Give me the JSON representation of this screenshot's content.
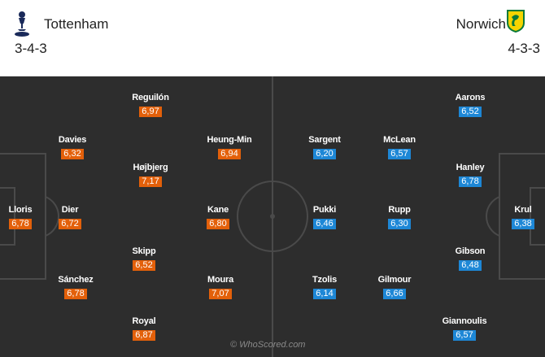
{
  "home": {
    "name": "Tottenham",
    "formation": "3-4-3",
    "color": "#e3600a",
    "crest_icon": "tottenham-crest-icon",
    "players": [
      {
        "name": "Reguilón",
        "rating": "6,97"
      },
      {
        "name": "Davies",
        "rating": "6,32"
      },
      {
        "name": "Heung-Min",
        "rating": "6,94"
      },
      {
        "name": "Højbjerg",
        "rating": "7,17"
      },
      {
        "name": "Lloris",
        "rating": "6,78"
      },
      {
        "name": "Dier",
        "rating": "6,72"
      },
      {
        "name": "Kane",
        "rating": "6,80"
      },
      {
        "name": "Skipp",
        "rating": "6,52"
      },
      {
        "name": "Sánchez",
        "rating": "6,78"
      },
      {
        "name": "Moura",
        "rating": "7,07"
      },
      {
        "name": "Royal",
        "rating": "6,87"
      }
    ]
  },
  "away": {
    "name": "Norwich",
    "formation": "4-3-3",
    "color": "#1d87d6",
    "crest_icon": "norwich-crest-icon",
    "players": [
      {
        "name": "Aarons",
        "rating": "6,52"
      },
      {
        "name": "Sargent",
        "rating": "6,20"
      },
      {
        "name": "McLean",
        "rating": "6,57"
      },
      {
        "name": "Hanley",
        "rating": "6,78"
      },
      {
        "name": "Pukki",
        "rating": "6,46"
      },
      {
        "name": "Rupp",
        "rating": "6,30"
      },
      {
        "name": "Krul",
        "rating": "6,38"
      },
      {
        "name": "Gibson",
        "rating": "6,48"
      },
      {
        "name": "Tzolis",
        "rating": "6,14"
      },
      {
        "name": "Gilmour",
        "rating": "6,66"
      },
      {
        "name": "Giannoulis",
        "rating": "6,57"
      }
    ]
  },
  "credit": "© WhoScored.com"
}
